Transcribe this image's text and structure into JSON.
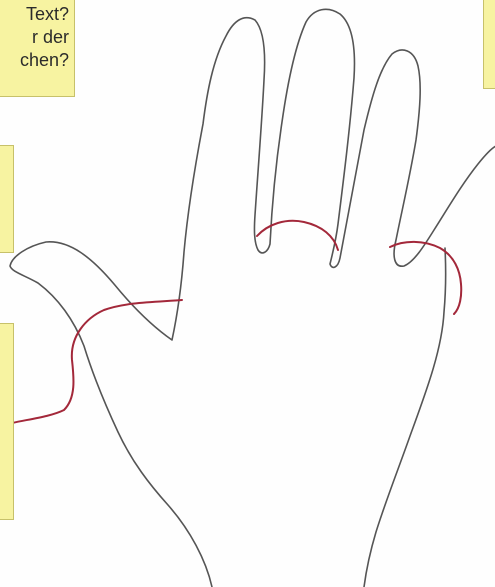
{
  "colors": {
    "note_fill": "#f7f3a1",
    "note_border": "#c7c16a",
    "outline": "#555555",
    "thread": "#a3283a",
    "text": "#2b2b2b"
  },
  "notes": {
    "top_left": {
      "lines": [
        "Text?",
        "r der",
        "chen?"
      ]
    }
  }
}
